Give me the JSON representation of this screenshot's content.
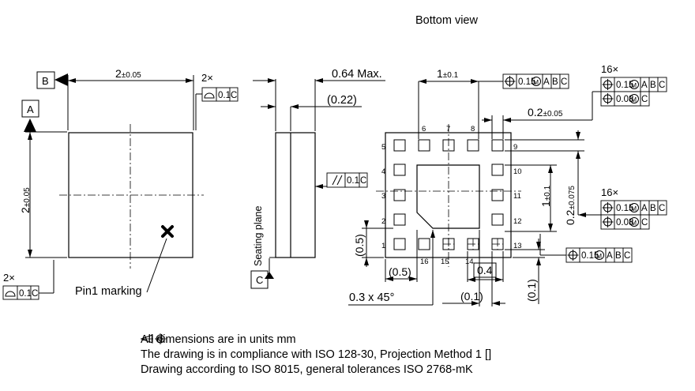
{
  "header": {
    "view_title": "Bottom view"
  },
  "datums": {
    "a": "A",
    "b": "B",
    "c": "C"
  },
  "top_view": {
    "width_main": "2",
    "width_tol": "±0.05",
    "height_main": "2",
    "height_tol": "±0.05",
    "count_top": "2×",
    "count_bottom": "2×",
    "flatness_value_top": "0.1",
    "flatness_datum_top": "C",
    "flatness_value_bottom": "0.1",
    "flatness_datum_bottom": "C",
    "pin1_label": "Pin1 marking"
  },
  "side_view": {
    "max_height": "0.64 Max.",
    "ref_thickness": "(0.22)",
    "parallelism_value": "0.1",
    "parallelism_datum": "C",
    "seating_plane": "Seating plane"
  },
  "bottom_view": {
    "pitch_main": "1",
    "pitch_tol": "±0.1",
    "pos_tol_top": {
      "value": "0.15",
      "datums": [
        "A",
        "B",
        "C"
      ]
    },
    "count_16_upper": "16×",
    "count_16_lower": "16×",
    "fcf_upper": {
      "row1_value": "0.15",
      "row1_datums": [
        "A",
        "B",
        "C"
      ],
      "row2_value": "0.08",
      "row2_datums": [
        "C"
      ]
    },
    "fcf_lower": {
      "row1_value": "0.15",
      "row1_datums": [
        "A",
        "B",
        "C"
      ],
      "row2_value": "0.08",
      "row2_datums": [
        "C"
      ]
    },
    "pos_tol_bottom": {
      "value": "0.15",
      "datums": [
        "A",
        "B",
        "C"
      ]
    },
    "pad_width_main": "0.2",
    "pad_width_tol": "±0.05",
    "right_pitch_main": "1",
    "right_pitch_tol": "±0.1",
    "pad_offset_main": "0.2",
    "pad_offset_tol": "±0.075",
    "pin_numbers": [
      "1",
      "2",
      "3",
      "4",
      "5",
      "6",
      "7",
      "8",
      "9",
      "10",
      "11",
      "12",
      "13",
      "14",
      "15",
      "16"
    ],
    "dim_left_vertical": "(0.5)",
    "dim_bottom_left": "(0.5)",
    "dim_pitch_box": "0.4",
    "chamfer": "0.3 x 45°",
    "dim_bottom_mid": "(0.1)",
    "dim_bottom_right_vertical": "(0.1)"
  },
  "notes": {
    "line1": "All dimensions are in units mm",
    "line2_prefix": "The drawing is in compliance with ISO 128-30, Projection Method 1 [",
    "line2_suffix": "]",
    "line3": "Drawing according to ISO 8015, general tolerances ISO 2768-mK"
  }
}
